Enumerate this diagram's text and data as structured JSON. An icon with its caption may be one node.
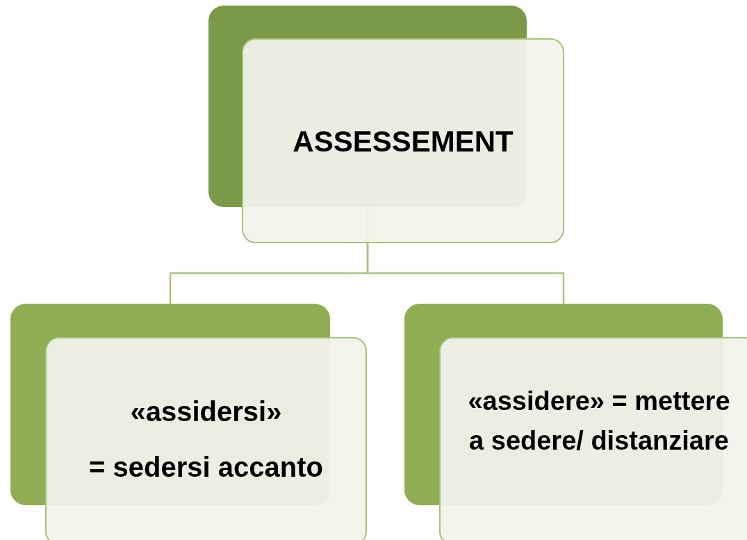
{
  "diagram": {
    "nodes": [
      {
        "text": [
          "ASSESSEMENT"
        ]
      },
      {
        "text": [
          "«assidersi»",
          "= sedersi accanto"
        ]
      },
      {
        "text": [
          "«assidere» = mettere a sedere/ distanziare"
        ]
      }
    ],
    "edges": [
      {
        "from": 0,
        "to": 1,
        "arrow": "none"
      },
      {
        "from": 0,
        "to": 2,
        "arrow": "none"
      }
    ]
  }
}
